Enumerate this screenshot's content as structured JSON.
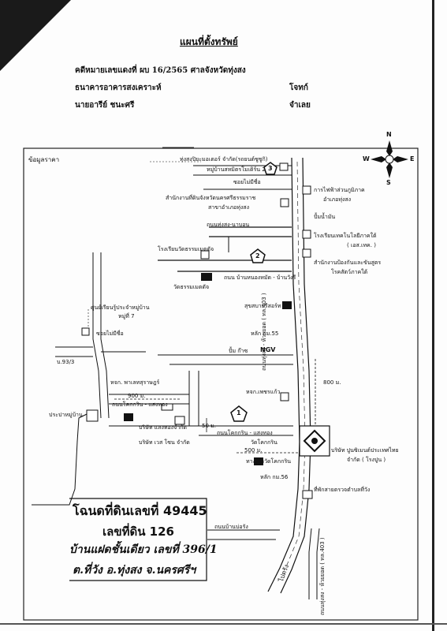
{
  "header": {
    "title": "แผนที่ตั้งทรัพย์",
    "case_line": "คดีหมายเลขแดงที่ ผบ 16/2565  ศาลจังหวัดทุ่งสง",
    "plaintiff": "ธนาคารอาคารสงเคราะห์",
    "plaintiff_role": "โจทก์",
    "defendant": "นายอารีย์ ชนะศรี",
    "defendant_role": "จำเลย"
  },
  "map": {
    "price_info": "ข้อมูลราคา",
    "compass": {
      "n": "N",
      "s": "S",
      "e": "E",
      "w": "W"
    },
    "markers": [
      "1",
      "2",
      "3"
    ],
    "labels": {
      "l1": "ทุ่งสงปิยะมอเตอร์ จำกัด(รถยนต์ซูซูกิ)",
      "l2": "หมู่บ้านสหมิตรโมเดิร์น 2",
      "l3": "ซอยไม่มีชื่อ",
      "l4": "การไฟฟ้าส่วนภูมิภาค",
      "l5": "อำเภอทุ่งสง",
      "l6": "สำนักงานที่ดินจังหวัดนครศรีธรรมราช",
      "l7": "สาขาอำเภอทุ่งสง",
      "l8": "ปั้มน้ำมัน",
      "l9": "ถนนทุ่งสง-นาบอน",
      "l10": "โรงเรียนเทคโนโลยีภาคใต้",
      "l11": "( เอส.เทค. )",
      "l12": "โรงเรียนวัดธรรมเมตตัจ",
      "l13": "ถนน บ้านหนองหมัด - บ้านวังรี",
      "l14": "วัดธรรมเมตตัจ",
      "l15": "สำนักงานป้องกันและขันสูตร",
      "l16": "โรคสัตว์ภาคใต้",
      "l17": "สุขสบายรีสอร์ท",
      "l18": "ศูนย์เรียนรู้ประจำหมู่บ้าน",
      "l19": "หมู่ที่ 7",
      "l20": "ซอยไม่มีชื่อ",
      "l21": "หลัก กม.55",
      "l22": "ปั้ม ก๊าซ",
      "l23": "NGV",
      "l24": "บ.93/3",
      "l25": "หจก. พาเลทสุราษฎร์",
      "l26": "900 ม.",
      "l27": "ถนนโคกกริน - แสงทอง",
      "l28": "หจก.เพชรแก้ว",
      "l29": "800 ม.",
      "l30": "ประปาหมู่บ้าน",
      "l31": "บริษัท แสงทองจำกัด",
      "l32": "50 ม.",
      "l33": "ถนนโคกกริน - แสงทอง",
      "l34": "บริษัท เวส โซน จำกัด",
      "l35": "วัดโคกกริน",
      "l36": "500 ม.",
      "l37": "ทางเข้าวัดโคกกริน",
      "l38": "บริษัท ปูนซิเมนต์ประเทศไทย",
      "l39": "จำกัด  ( โรงปูน )",
      "l40": "หลัก กม.56",
      "l41": "ที่พักสายตรวจตำบลที่วัง",
      "l42": "ถนนบ้านบ่อรัง",
      "l43": "ถนนทุ่งสง - ห้วยยอด ( ทล.403 )",
      "l44": "ไปตรัง",
      "l45": "ถนนทุ่งสง - ห้วยยอด ( ทล.403 )"
    }
  },
  "deed": {
    "line1": "โฉนดที่ดินเลขที่ 49445",
    "line2": "เลขที่ดิน  126",
    "line3": "บ้านแฝดชั้นเดียว เลขที่ 396/1",
    "line4": "ต.ที่วัง  อ.ทุ่งสง  จ.นครศรีฯ"
  }
}
